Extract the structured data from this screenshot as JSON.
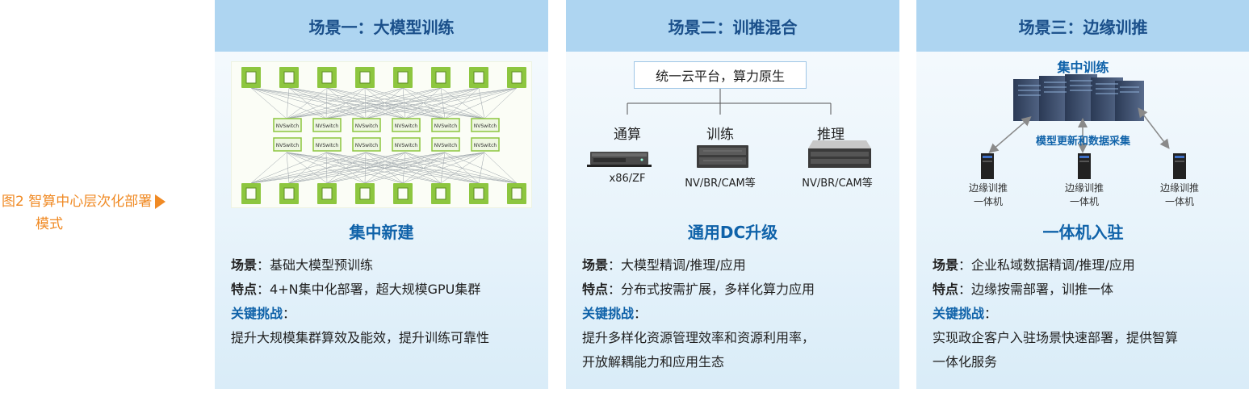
{
  "caption": {
    "line1": "图2  智算中心层次化部署",
    "line2": "模式"
  },
  "colors": {
    "header_bg": "#aed5f1",
    "accent_blue": "#0f62a9",
    "caption_orange": "#f08a24",
    "switch_green": "#8dc63f"
  },
  "panels": [
    {
      "header": "场景一：大模型训练",
      "subtitle": "集中新建",
      "scene_key": "场景",
      "scene_val": "：基础大模型预训练",
      "feature_key": "特点",
      "feature_val": "：4+N集中化部署，超大规模GPU集群",
      "challenge_key": "关键挑战",
      "challenge_colon": "：",
      "challenge_lines": [
        "提升大规模集群算效及能效，提升训练可靠性"
      ],
      "switch_label": "NVSwitch"
    },
    {
      "header": "场景二：训推混合",
      "subtitle": "通用DC升级",
      "platform": "统一云平台，算力原生",
      "nodes": [
        {
          "label": "通算",
          "sub": "x86/ZF"
        },
        {
          "label": "训练",
          "sub": "NV/BR/CAM等"
        },
        {
          "label": "推理",
          "sub": "NV/BR/CAM等"
        }
      ],
      "scene_key": "场景",
      "scene_val": "：大模型精调/推理/应用",
      "feature_key": "特点",
      "feature_val": "：分布式按需扩展，多样化算力应用",
      "challenge_key": "关键挑战",
      "challenge_colon": "：",
      "challenge_lines": [
        "提升多样化资源管理效率和资源利用率，",
        "开放解耦能力和应用生态"
      ]
    },
    {
      "header": "场景三：边缘训推",
      "subtitle": "一体机入驻",
      "top_label": "集中训练",
      "mid_label": "模型更新和数据采集",
      "edges": [
        {
          "line1": "边缘训推",
          "line2": "一体机"
        },
        {
          "line1": "边缘训推",
          "line2": "一体机"
        },
        {
          "line1": "边缘训推",
          "line2": "一体机"
        }
      ],
      "scene_key": "场景",
      "scene_val": "：企业私域数据精调/推理/应用",
      "feature_key": "特点",
      "feature_val": "：边缘按需部署，训推一体",
      "challenge_key": "关键挑战",
      "challenge_colon": "：",
      "challenge_lines": [
        "实现政企客户入驻场景快速部署，提供智算",
        "一体化服务"
      ]
    }
  ]
}
